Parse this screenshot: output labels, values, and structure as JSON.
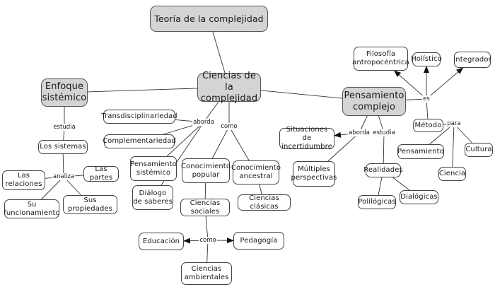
{
  "diagram": {
    "title": "Teoría de la complejidad",
    "colors": {
      "main_fill": "#d4d4d4",
      "leaf_fill": "#ffffff",
      "stroke": "#444444"
    },
    "nodes": [
      {
        "id": "teoria",
        "label": "Teoría de la complejidad",
        "kind": "main"
      },
      {
        "id": "ciencias",
        "label": "Ciencias de la\ncomplejidad",
        "kind": "main"
      },
      {
        "id": "enfoque",
        "label": "Enfoque\nsistémico",
        "kind": "main"
      },
      {
        "id": "pensamiento_complejo",
        "label": "Pensamiento\ncomplejo",
        "kind": "main"
      },
      {
        "id": "los_sistemas",
        "label": "Los sistemas",
        "kind": "leaf"
      },
      {
        "id": "las_relaciones",
        "label": "Las\nrelaciones",
        "kind": "leaf"
      },
      {
        "id": "las_partes",
        "label": "Las partes",
        "kind": "leaf"
      },
      {
        "id": "su_funcionamiento",
        "label": "Su\nfuncionamiento",
        "kind": "leaf"
      },
      {
        "id": "sus_propiedades",
        "label": "Sus\npropiedades",
        "kind": "leaf"
      },
      {
        "id": "transdisciplinariedad",
        "label": "Transdisciplinariedad",
        "kind": "leaf"
      },
      {
        "id": "complementariedad",
        "label": "Complementariedad",
        "kind": "leaf"
      },
      {
        "id": "pensamiento_sistemico",
        "label": "Pensamiento\nsistémico",
        "kind": "leaf"
      },
      {
        "id": "dialogo_saberes",
        "label": "Diálogo\nde saberes",
        "kind": "leaf"
      },
      {
        "id": "conocimiento_popular",
        "label": "Conocimiento\npopular",
        "kind": "leaf"
      },
      {
        "id": "conocimiento_ancestral",
        "label": "Conocimiento\nancestral",
        "kind": "leaf"
      },
      {
        "id": "ciencias_sociales",
        "label": "Ciencias\nsociales",
        "kind": "leaf"
      },
      {
        "id": "ciencias_clasicas",
        "label": "Ciencias clásicas",
        "kind": "leaf"
      },
      {
        "id": "educacion",
        "label": "Educación",
        "kind": "leaf"
      },
      {
        "id": "pedagogia",
        "label": "Pedagogía",
        "kind": "leaf"
      },
      {
        "id": "ciencias_ambientales",
        "label": "Ciencias\nambientales",
        "kind": "leaf"
      },
      {
        "id": "filosofia",
        "label": "Filosofía\nantropocéntrica",
        "kind": "leaf"
      },
      {
        "id": "holistico",
        "label": "Holístico",
        "kind": "leaf"
      },
      {
        "id": "integrador",
        "label": "Integrador",
        "kind": "leaf"
      },
      {
        "id": "metodo",
        "label": "Método",
        "kind": "leaf"
      },
      {
        "id": "pensamiento",
        "label": "Pensamiento",
        "kind": "leaf"
      },
      {
        "id": "ciencia",
        "label": "Ciencia",
        "kind": "leaf"
      },
      {
        "id": "cultura",
        "label": "Cultura",
        "kind": "leaf"
      },
      {
        "id": "situaciones",
        "label": "Situaciones\nde incertidumbre",
        "kind": "leaf"
      },
      {
        "id": "multiples",
        "label": "Múltiples\nperspectivas",
        "kind": "leaf"
      },
      {
        "id": "realidades",
        "label": "Realidades",
        "kind": "leaf"
      },
      {
        "id": "polilogicas",
        "label": "Polilógicas",
        "kind": "leaf"
      },
      {
        "id": "dialogicas",
        "label": "Dialógicas",
        "kind": "leaf"
      }
    ],
    "link_labels": [
      {
        "id": "estudia1",
        "label": "estudia"
      },
      {
        "id": "analiza",
        "label": "analiza"
      },
      {
        "id": "aborda1",
        "label": "aborda"
      },
      {
        "id": "como1",
        "label": "como"
      },
      {
        "id": "como2",
        "label": "como"
      },
      {
        "id": "es",
        "label": "es"
      },
      {
        "id": "para",
        "label": "para"
      },
      {
        "id": "aborda2",
        "label": "aborda"
      },
      {
        "id": "estudia2",
        "label": "estudia"
      }
    ],
    "edges": [
      {
        "from": "teoria",
        "to": "ciencias"
      },
      {
        "from": "ciencias",
        "to": "enfoque"
      },
      {
        "from": "ciencias",
        "to": "pensamiento_complejo"
      },
      {
        "from": "enfoque",
        "to": "estudia1"
      },
      {
        "from": "estudia1",
        "to": "los_sistemas"
      },
      {
        "from": "los_sistemas",
        "to": "analiza"
      },
      {
        "from": "analiza",
        "to": "las_relaciones"
      },
      {
        "from": "analiza",
        "to": "las_partes"
      },
      {
        "from": "analiza",
        "to": "su_funcionamiento"
      },
      {
        "from": "analiza",
        "to": "sus_propiedades"
      },
      {
        "from": "ciencias",
        "to": "aborda1"
      },
      {
        "from": "aborda1",
        "to": "transdisciplinariedad"
      },
      {
        "from": "aborda1",
        "to": "complementariedad"
      },
      {
        "from": "aborda1",
        "to": "pensamiento_sistemico"
      },
      {
        "from": "aborda1",
        "to": "dialogo_saberes"
      },
      {
        "from": "ciencias",
        "to": "como1"
      },
      {
        "from": "como1",
        "to": "conocimiento_popular"
      },
      {
        "from": "como1",
        "to": "conocimiento_ancestral"
      },
      {
        "from": "conocimiento_popular",
        "to": "ciencias_sociales"
      },
      {
        "from": "conocimiento_ancestral",
        "to": "ciencias_clasicas"
      },
      {
        "from": "ciencias_sociales",
        "to": "como2"
      },
      {
        "from": "como2",
        "to": "educacion",
        "arrow": true
      },
      {
        "from": "como2",
        "to": "pedagogia",
        "arrow": true
      },
      {
        "from": "como2",
        "to": "ciencias_ambientales"
      },
      {
        "from": "pensamiento_complejo",
        "to": "es"
      },
      {
        "from": "es",
        "to": "filosofia",
        "arrow": true
      },
      {
        "from": "es",
        "to": "holistico",
        "arrow": true
      },
      {
        "from": "es",
        "to": "integrador",
        "arrow": true
      },
      {
        "from": "es",
        "to": "metodo"
      },
      {
        "from": "metodo",
        "to": "para"
      },
      {
        "from": "para",
        "to": "pensamiento"
      },
      {
        "from": "para",
        "to": "ciencia"
      },
      {
        "from": "para",
        "to": "cultura"
      },
      {
        "from": "pensamiento_complejo",
        "to": "aborda2"
      },
      {
        "from": "aborda2",
        "to": "situaciones",
        "arrow": true
      },
      {
        "from": "aborda2",
        "to": "multiples"
      },
      {
        "from": "pensamiento_complejo",
        "to": "estudia2"
      },
      {
        "from": "estudia2",
        "to": "realidades"
      },
      {
        "from": "realidades",
        "to": "polilogicas"
      },
      {
        "from": "realidades",
        "to": "dialogicas"
      }
    ]
  }
}
